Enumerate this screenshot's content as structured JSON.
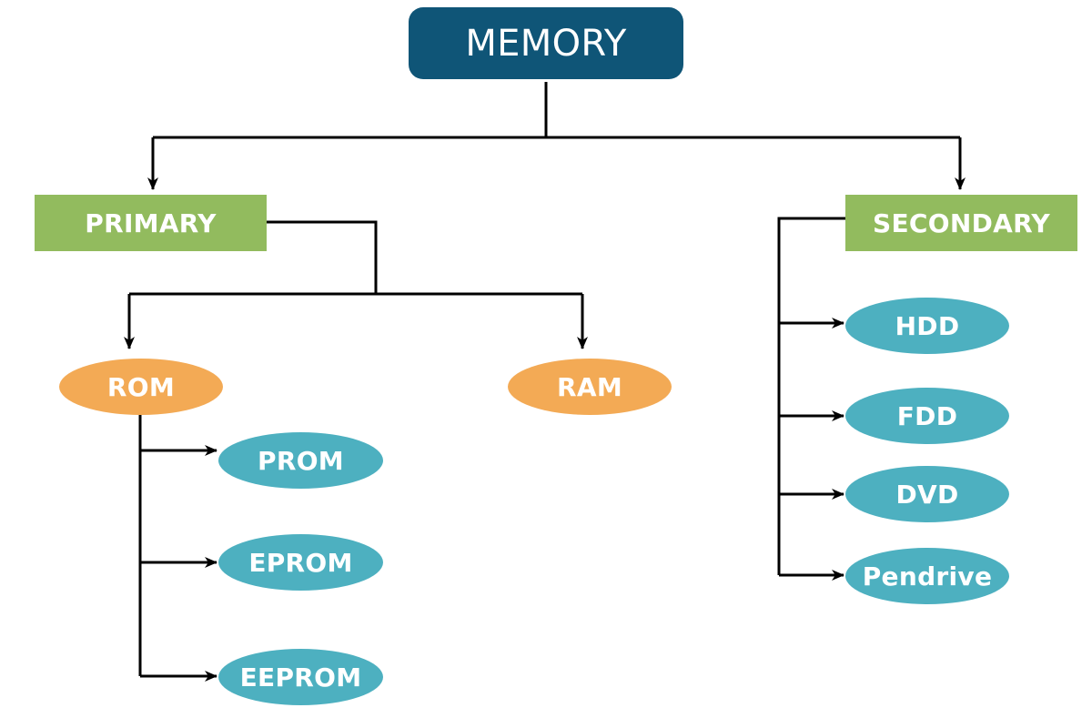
{
  "root": {
    "label": "MEMORY"
  },
  "categories": {
    "primary": {
      "label": "PRIMARY"
    },
    "secondary": {
      "label": "SECONDARY"
    }
  },
  "primary": {
    "rom": {
      "label": "ROM"
    },
    "ram": {
      "label": "RAM"
    },
    "rom_types": [
      "PROM",
      "EPROM",
      "EEPROM"
    ]
  },
  "secondary_types": [
    "HDD",
    "FDD",
    "DVD",
    "Pendrive"
  ],
  "colors": {
    "root": "#0f5577",
    "category": "#92bb5e",
    "rom_ram": "#f3aa55",
    "leaf": "#4db0c0",
    "connector": "#000000"
  }
}
